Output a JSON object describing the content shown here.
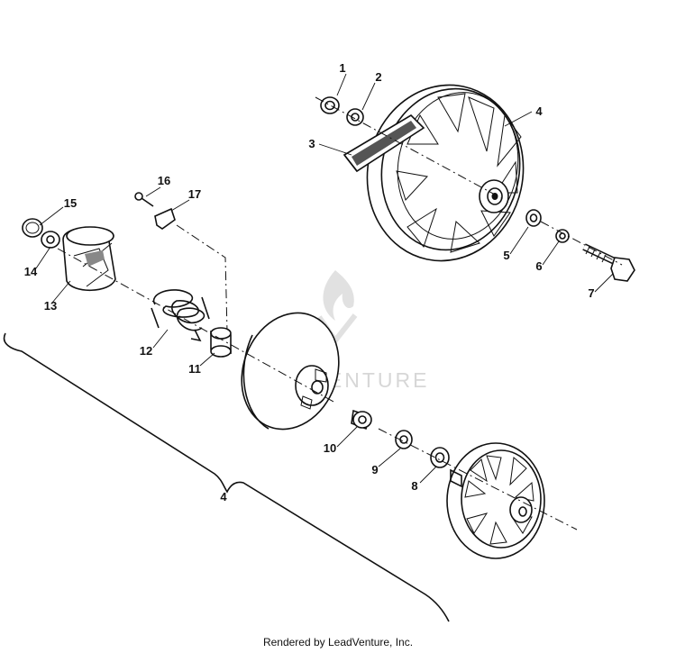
{
  "diagram": {
    "callouts": [
      {
        "id": "c1",
        "text": "1"
      },
      {
        "id": "c2",
        "text": "2"
      },
      {
        "id": "c3",
        "text": "3"
      },
      {
        "id": "c4a",
        "text": "4"
      },
      {
        "id": "c5",
        "text": "5"
      },
      {
        "id": "c6",
        "text": "6"
      },
      {
        "id": "c7",
        "text": "7"
      },
      {
        "id": "c16",
        "text": "16"
      },
      {
        "id": "c17",
        "text": "17"
      },
      {
        "id": "c15",
        "text": "15"
      },
      {
        "id": "c14",
        "text": "14"
      },
      {
        "id": "c13",
        "text": "13"
      },
      {
        "id": "c12",
        "text": "12"
      },
      {
        "id": "c11",
        "text": "11"
      },
      {
        "id": "c10",
        "text": "10"
      },
      {
        "id": "c9",
        "text": "9"
      },
      {
        "id": "c8",
        "text": "8"
      },
      {
        "id": "c4b",
        "text": "4"
      }
    ]
  },
  "watermark": {
    "text": "LEADVENTURE"
  },
  "footer": {
    "text": "Rendered by LeadVenture, Inc."
  }
}
